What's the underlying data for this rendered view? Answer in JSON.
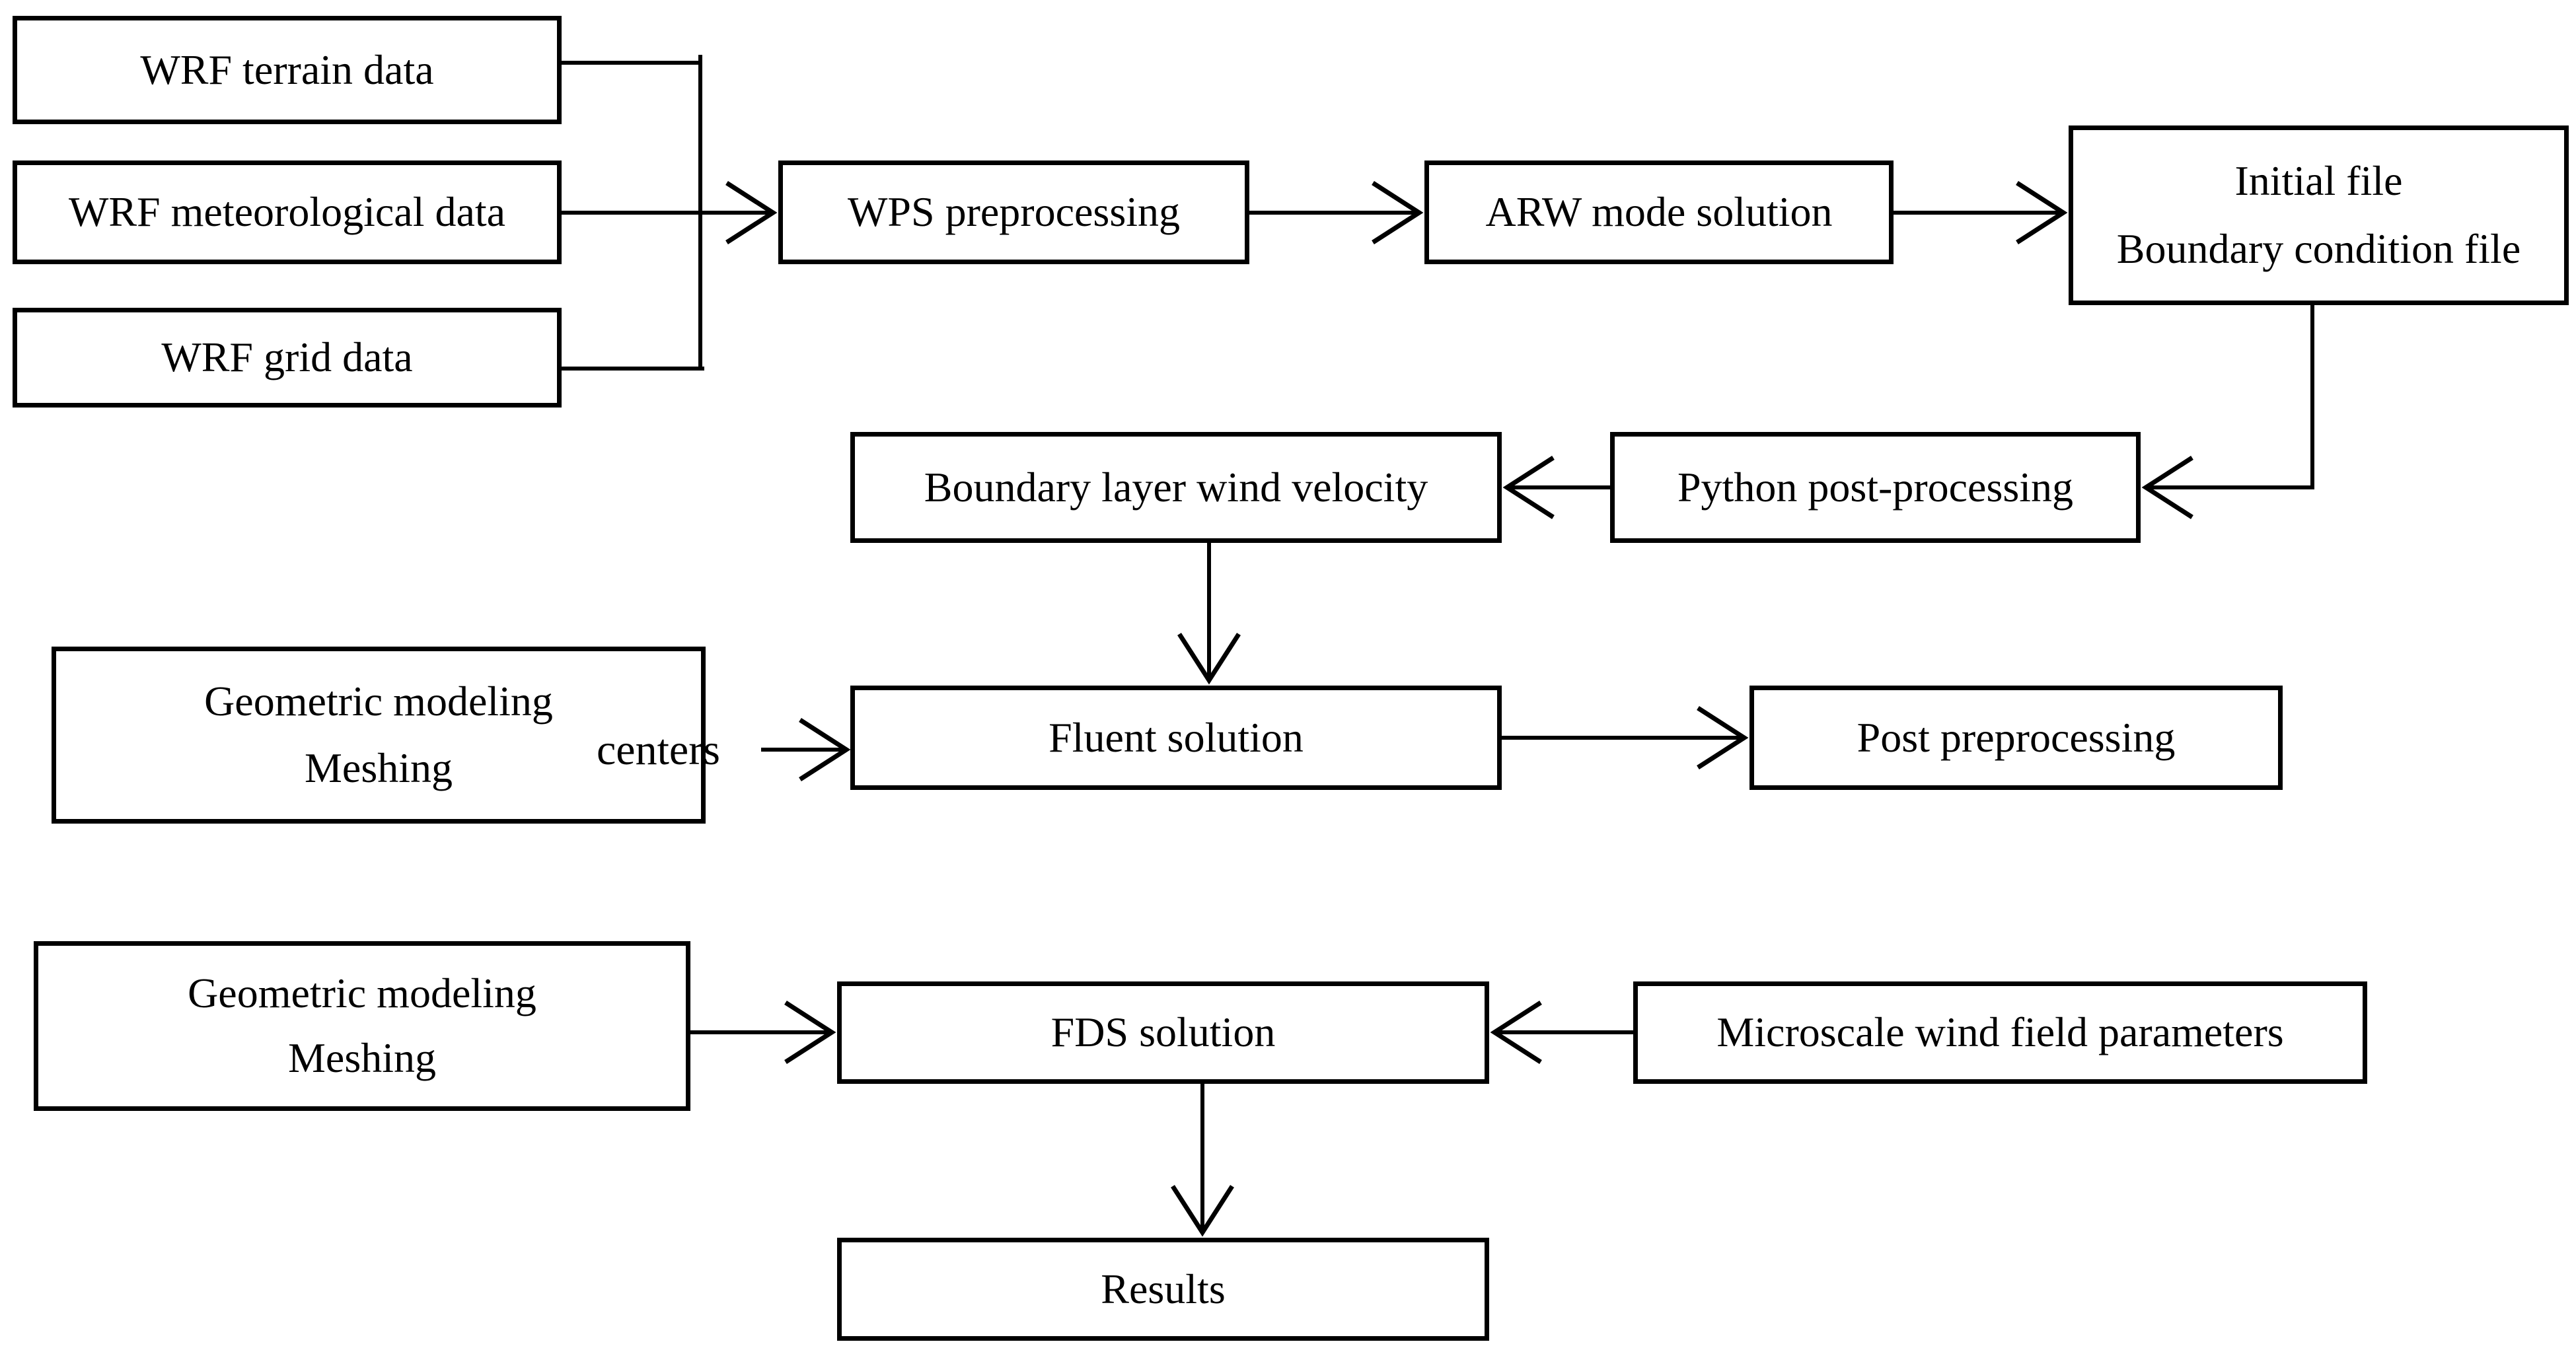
{
  "diagram": {
    "background_color": "#ffffff",
    "stroke_color": "#000000",
    "nodes": {
      "wrf_terrain": {
        "label": "WRF terrain data"
      },
      "wrf_meteorological": {
        "label": "WRF meteorological data"
      },
      "wrf_grid": {
        "label": "WRF grid data"
      },
      "wps": {
        "label": "WPS preprocessing"
      },
      "arw": {
        "label": "ARW mode solution"
      },
      "initial_file": {
        "line1": "Initial file",
        "line2": "Boundary condition file"
      },
      "boundary_layer": {
        "label": "Boundary layer wind velocity"
      },
      "python_post": {
        "label": "Python post-processing"
      },
      "geometric_1": {
        "line1": "Geometric modeling",
        "line2": "Meshing"
      },
      "fluent": {
        "label": "Fluent solution"
      },
      "post_preprocessing": {
        "label": "Post preprocessing"
      },
      "geometric_2": {
        "line1": "Geometric modeling",
        "line2": "Meshing"
      },
      "fds": {
        "label": "FDS solution"
      },
      "microscale": {
        "label": "Microscale wind field parameters"
      },
      "results": {
        "label": "Results"
      }
    },
    "floating_label": "centers",
    "edges": [
      {
        "from": "wrf_terrain",
        "to": "wps"
      },
      {
        "from": "wrf_meteorological",
        "to": "wps"
      },
      {
        "from": "wrf_grid",
        "to": "wps"
      },
      {
        "from": "wps",
        "to": "arw"
      },
      {
        "from": "arw",
        "to": "initial_file"
      },
      {
        "from": "initial_file",
        "to": "python_post"
      },
      {
        "from": "python_post",
        "to": "boundary_layer"
      },
      {
        "from": "boundary_layer",
        "to": "fluent"
      },
      {
        "from": "geometric_1",
        "to": "fluent",
        "label": "centers"
      },
      {
        "from": "fluent",
        "to": "post_preprocessing"
      },
      {
        "from": "geometric_2",
        "to": "fds"
      },
      {
        "from": "microscale",
        "to": "fds"
      },
      {
        "from": "fds",
        "to": "results"
      }
    ]
  }
}
